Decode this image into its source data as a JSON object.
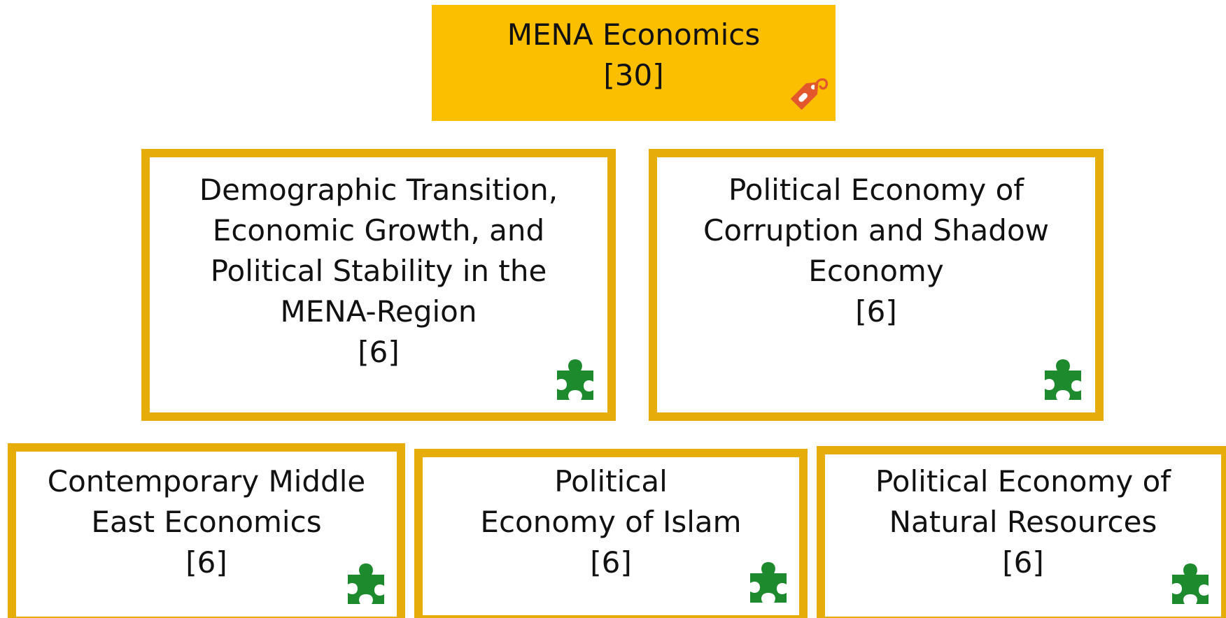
{
  "colors": {
    "root_fill": "#fbbf00",
    "child_border": "#e5ac0a",
    "tag_icon": "#e2572b",
    "puzzle_icon": "#1e8a2e"
  },
  "root": {
    "title": "MENA Economics",
    "credits": "[30]",
    "icon": "tag-icon"
  },
  "children": [
    {
      "lines": [
        "Demographic Transition,",
        "Economic Growth, and",
        "Political Stability in the",
        "MENA-Region"
      ],
      "credits": "[6]",
      "icon": "puzzle-icon"
    },
    {
      "lines": [
        "Political Economy of",
        "Corruption and Shadow",
        "Economy"
      ],
      "credits": "[6]",
      "icon": "puzzle-icon"
    },
    {
      "lines": [
        "Contemporary Middle",
        "East Economics"
      ],
      "credits": "[6]",
      "icon": "puzzle-icon"
    },
    {
      "lines": [
        "Political",
        "Economy of Islam"
      ],
      "credits": "[6]",
      "icon": "puzzle-icon"
    },
    {
      "lines": [
        "Political Economy of",
        "Natural Resources"
      ],
      "credits": "[6]",
      "icon": "puzzle-icon"
    }
  ]
}
